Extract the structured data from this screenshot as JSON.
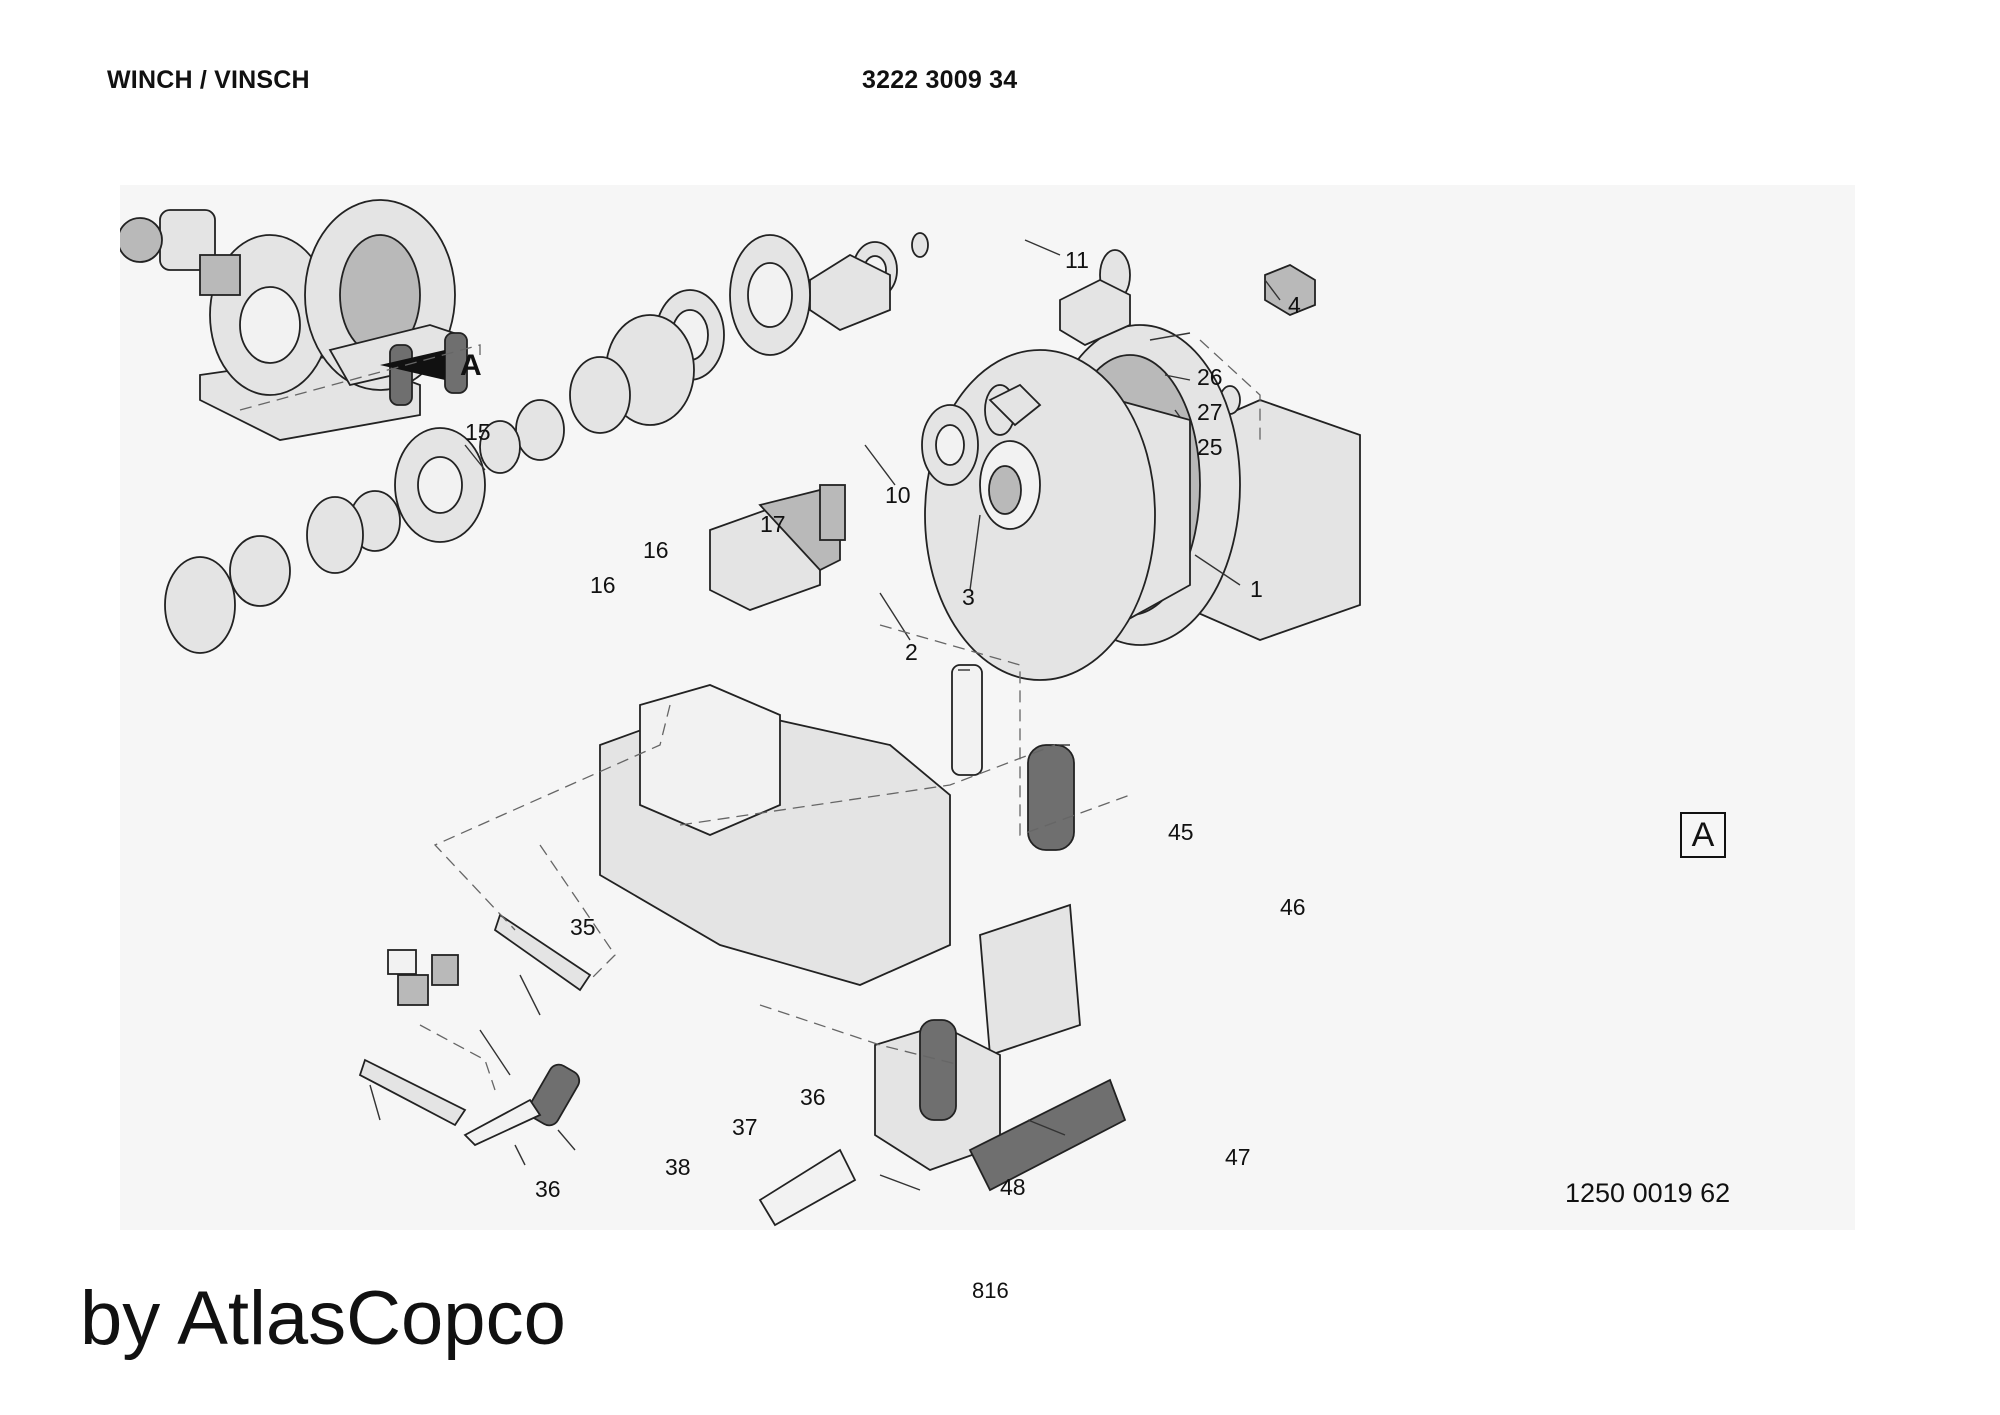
{
  "header": {
    "title": "WINCH / VINSCH",
    "document_number": "3222 3009 34"
  },
  "callouts": {
    "view_marker": "A",
    "view_box": "A",
    "p1": "1",
    "p2": "2",
    "p3": "3",
    "p4": "4",
    "p10": "10",
    "p11": "11",
    "p15": "15",
    "p16a": "16",
    "p16b": "16",
    "p17": "17",
    "p25": "25",
    "p26": "26",
    "p27": "27",
    "p35": "35",
    "p36a": "36",
    "p36b": "36",
    "p37": "37",
    "p38": "38",
    "p45": "45",
    "p46": "46",
    "p47": "47",
    "p48": "48"
  },
  "drawing_number": "1250 0019 62",
  "page_number": "816",
  "watermark": "by AtlasCopco"
}
